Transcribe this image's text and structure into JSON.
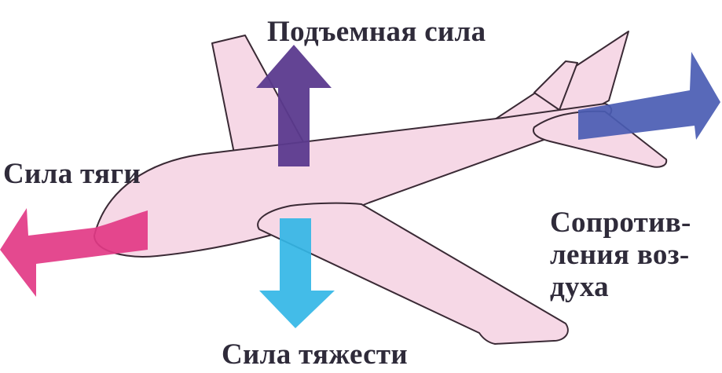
{
  "labels": {
    "lift": "Подъемная сила",
    "thrust": "Сила тяги",
    "drag_line1": "Сопротив-",
    "drag_line2": "ления воз-",
    "drag_line3": "духа",
    "gravity": "Сила тяжести"
  },
  "colors": {
    "background": "#ffffff",
    "airplane_fill": "#f6d8e6",
    "airplane_outline": "#3a2a35",
    "lift_arrow": "#5b3a8e",
    "thrust_arrow": "#e23a85",
    "drag_arrow": "#4a5cb3",
    "gravity_arrow": "#33b6e6",
    "text": "#2f2b3a"
  }
}
